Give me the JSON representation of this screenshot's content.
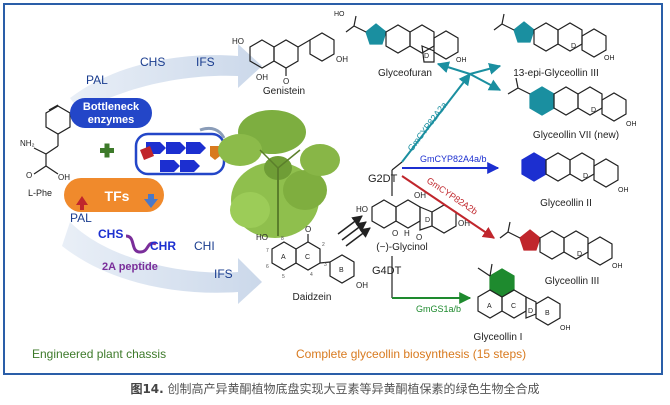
{
  "figure": {
    "caption_label": "图14.",
    "caption_text": " 创制高产异黄酮植物底盘实现大豆素等异黄酮植保素的绿色生物全合成",
    "footer_left": "Engineered plant chassis",
    "footer_right": "Complete glyceollin biosynthesis (15 steps)"
  },
  "left_panel": {
    "upper_enzymes": [
      "PAL",
      "CHS",
      "IFS"
    ],
    "lower_enzymes": [
      "PAL",
      "CHS",
      "CHR",
      "CHI",
      "IFS"
    ],
    "bottleneck_label_1": "Bottleneck",
    "bottleneck_label_2": "enzymes",
    "tfs_label": "TFs",
    "peptide_label": "2A peptide",
    "substrate": "L-Phe",
    "substrate_atoms": [
      "NH₂",
      "O",
      "OH"
    ]
  },
  "compounds": {
    "genistein": "Genistein",
    "daidzein": "Daidzein",
    "glycinol": "(−)-Glycinol",
    "glyceofuran": "Glyceofuran",
    "epi": "13-epi-Glyceollin III",
    "vii": "Glyceollin VII (new)",
    "ii": "Glyceollin II",
    "iii": "Glyceollin III",
    "i": "Glyceollin I"
  },
  "enzymes": {
    "g2dt": "G2DT",
    "g4dt": "G4DT",
    "cyp2a": "GmCYP82A2a",
    "cyp4a": "GmCYP82A4a/b",
    "cyp2b": "GmCYP82A2b",
    "gs": "GmGS1a/b"
  },
  "atoms": {
    "ho": "HO",
    "oh": "OH",
    "o": "O",
    "h": "H",
    "ring_a": "A",
    "ring_b": "B",
    "ring_c": "C",
    "ring_d": "D",
    "n2": "2",
    "n3": "3",
    "n4": "4",
    "n5": "5",
    "n6": "6",
    "n7": "7",
    "n8": "8"
  },
  "colors": {
    "teal": "#1a8fa0",
    "blue": "#1c2fd0",
    "red": "#c0262c",
    "green": "#1e8a2e",
    "olive": "#3d7a2a",
    "orange": "#d87a1f",
    "bottleneck_blue": "#2346c8",
    "tfs_orange": "#f08a2c",
    "purple": "#7a2e9a",
    "arrow_fill": "#dce6f2"
  }
}
